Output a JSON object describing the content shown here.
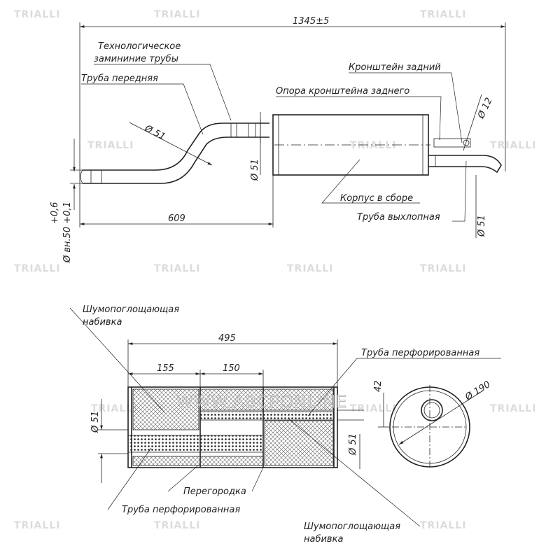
{
  "watermark": "TRIALLI",
  "site_watermark": "WWW.ABCPONLINE",
  "top_view": {
    "dim_total": "1345±5",
    "dim_front": "609",
    "dim_d51_bend": "Ø 51",
    "dim_d51_inlet": "Ø 51",
    "dim_d12": "Ø 12",
    "dim_d51_outlet": "Ø 51",
    "dim_inner_d": "Ø вн.50 +0,1",
    "dim_inner_tol": "+0,6",
    "label_tech_bend_line1": "Технологическое",
    "label_tech_bend_line2": "замининие трубы",
    "label_front_pipe": "Труба передняя",
    "label_rear_bracket": "Кронштейн задний",
    "label_bracket_support": "Опора кронштейна заднего",
    "label_body": "Корпус в сборе",
    "label_exhaust_pipe": "Труба выхлопная"
  },
  "section_view": {
    "dim_length": "495",
    "dim_155": "155",
    "dim_150": "150",
    "dim_d51_left": "Ø 51",
    "dim_d51_right": "Ø 51",
    "dim_42": "42",
    "dim_d190": "Ø 190",
    "label_packing_top_line1": "Шумопоглощающая",
    "label_packing_top_line2": "набивка",
    "label_perf_pipe_top": "Труба  перфорированная",
    "label_baffle": "Перегородка",
    "label_perf_pipe_bottom": "Труба  перфорированная",
    "label_packing_bottom_line1": "Шумопоглощающая",
    "label_packing_bottom_line2": "набивка"
  }
}
